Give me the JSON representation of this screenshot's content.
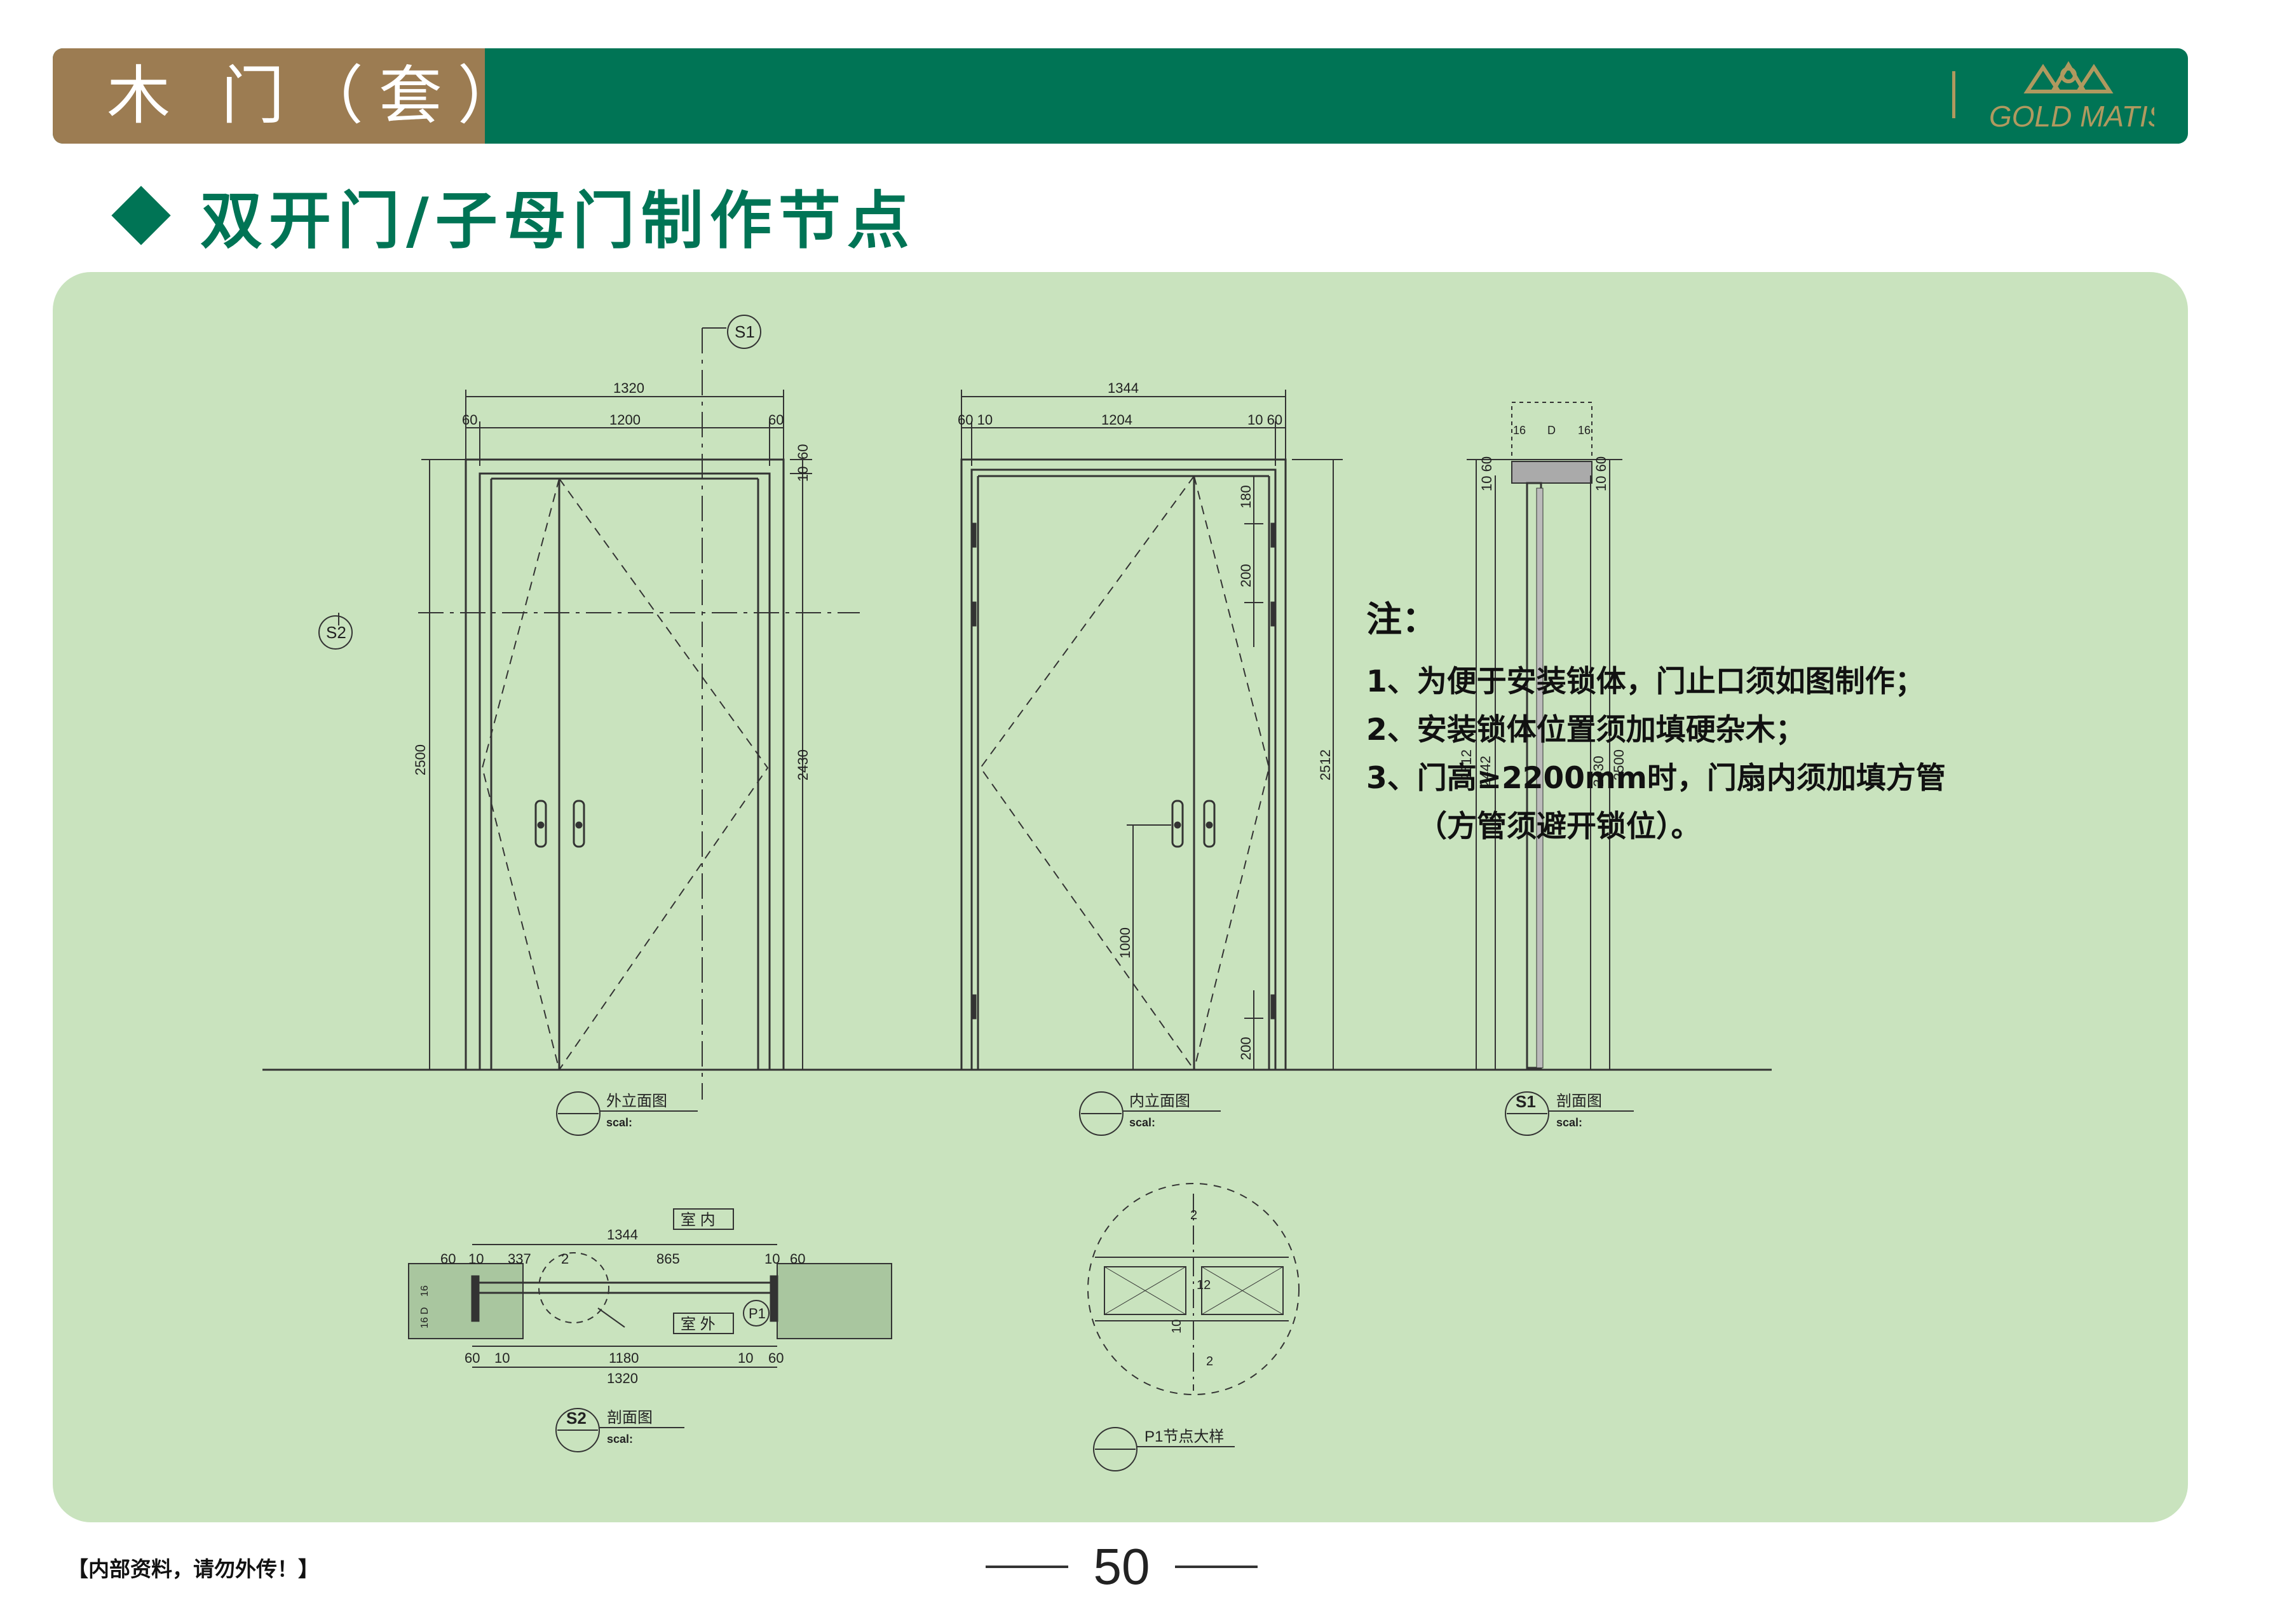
{
  "header": {
    "title": "木 门（套）",
    "brand_text": "GOLD MATIS"
  },
  "section": {
    "title": "双开门/子母门制作节点"
  },
  "drawings": {
    "outer_elevation": {
      "label": "外立面图",
      "scale": "scal:",
      "dim_total_width": "1320",
      "dim_frame_left": "60",
      "dim_inner_width": "1200",
      "dim_frame_right": "60",
      "dim_top": "10",
      "dim_top_b": "60",
      "dim_height_total": "2500",
      "dim_height_inner": "2430",
      "section_tag_vertical": "S1",
      "section_tag_horizontal": "S2"
    },
    "inner_elevation": {
      "label": "内立面图",
      "scale": "scal:",
      "dim_total_width": "1344",
      "dim_left": "60 10",
      "dim_inner_width": "1204",
      "dim_right": "10 60",
      "dim_height_total": "2512",
      "dim_hinge_top": "180",
      "dim_hinge_gap": "200",
      "dim_handle_height": "1000",
      "dim_hinge_bottom": "200"
    },
    "section_s1": {
      "tag": "S1",
      "label": "剖面图",
      "scale": "scal:",
      "dim_top_left": "16",
      "dim_top_mid": "D",
      "dim_top_right": "16",
      "dim_a": "10 60",
      "dim_b": "10 60",
      "dim_2512": "2512",
      "dim_2442": "2442",
      "dim_2430": "2430",
      "dim_2500": "2500"
    },
    "section_s2": {
      "tag": "S2",
      "label": "剖面图",
      "scale": "scal:",
      "room_inside": "室 内",
      "room_outside": "室 外",
      "dim_top_total": "1344",
      "dim_top_row": [
        "60",
        "10",
        "337",
        "2",
        "865",
        "10",
        "60"
      ],
      "dim_bottom_row": [
        "60",
        "10",
        "1180",
        "10",
        "60"
      ],
      "dim_bottom_total": "1320",
      "detail_tag": "P1",
      "side_dims": [
        "16",
        "D",
        "16"
      ]
    },
    "detail_p1": {
      "label": "P1节点大样",
      "dims": [
        "2",
        "12",
        "10",
        "2"
      ]
    }
  },
  "notes": {
    "title": "注：",
    "items": [
      "1、为便于安装锁体，门止口须如图制作；",
      "2、安装锁体位置须加填硬杂木；",
      "3、门高≥2200mm时，门扇内须加填方管",
      "（方管须避开锁位）。"
    ]
  },
  "footer": {
    "confidential": "【内部资料，请勿外传！】",
    "page_number": "50"
  },
  "colors": {
    "header_green": "#007455",
    "header_tab_brown": "#9C7C52",
    "panel_green": "#C9E3BE",
    "brand_gold": "#B0995F"
  }
}
